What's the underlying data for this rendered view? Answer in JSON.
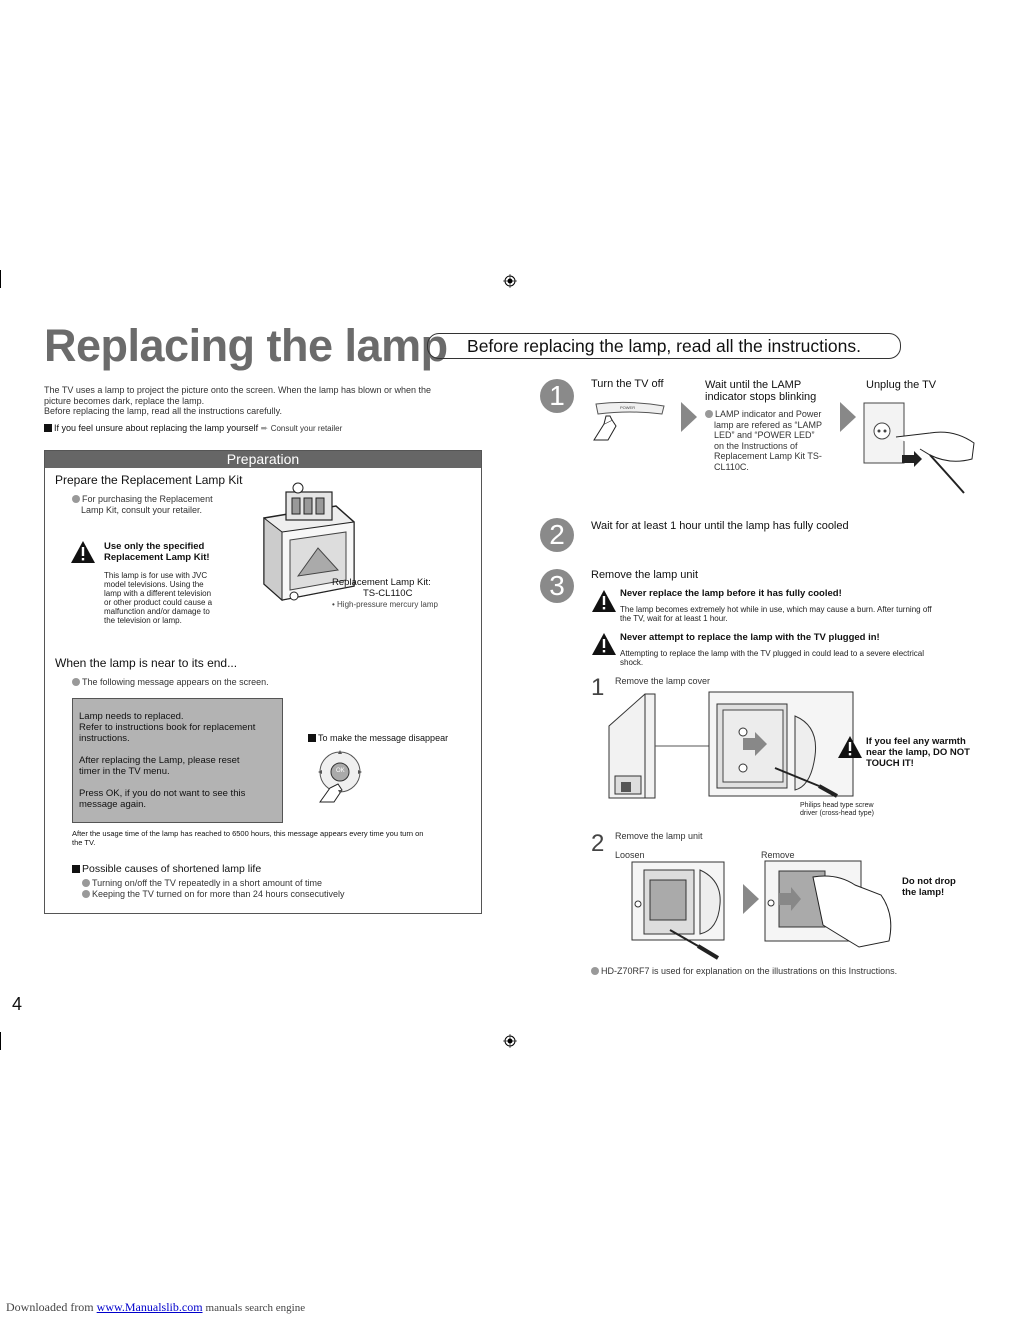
{
  "title": "Replacing the lamp",
  "title_banner": "Before replacing the lamp, read all the instructions.",
  "intro": {
    "line1": "The TV uses a lamp to project the picture onto the screen. When the lamp has blown or when the",
    "line2": "picture becomes dark, replace the lamp.",
    "line3": "Before replacing the lamp, read all the instructions carefully.",
    "unsure": "If you feel unsure about replacing the lamp yourself",
    "unsure_arrow": "➨",
    "consult": "Consult your retailer"
  },
  "preparation": {
    "header": "Preparation",
    "kit_heading": "Prepare the Replacement Lamp Kit",
    "kit_note_1": "For purchasing the Replacement",
    "kit_note_2": "Lamp Kit, consult your retailer.",
    "warn_title_1": "Use only the specified",
    "warn_title_2": "Replacement Lamp Kit!",
    "warn_body": [
      "This lamp is for use with JVC",
      "model televisions. Using the",
      "lamp with a different television",
      "or other product could cause a",
      "malfunction and/or damage to",
      "the television or lamp."
    ],
    "kit_label": "Replacement Lamp Kit:",
    "kit_model": "TS-CL110C",
    "kit_bullet": "• High-pressure mercury lamp",
    "near_end_heading": "When the lamp is near to its end...",
    "near_end_note": "The following message appears on the screen.",
    "message": {
      "l1": "Lamp needs to replaced.",
      "l2": "Refer to instructions book for replacement",
      "l3": "instructions.",
      "l4": "After replacing the Lamp, please reset",
      "l5": "timer in the TV menu.",
      "l6": "Press OK, if you do not want to see this",
      "l7": "message again."
    },
    "disappear": "To make the message disappear",
    "ok_label": "OK",
    "usage_note_1": "After the usage time of the lamp has reached to 6500 hours, this message appears every time you turn on",
    "usage_note_2": "the TV.",
    "causes_heading": "Possible causes of shortened lamp life",
    "causes": [
      "Turning on/off the TV repeatedly in a short amount of time",
      "Keeping the TV turned on for more than 24 hours consecutively"
    ]
  },
  "step1": {
    "number": "1",
    "a": "Turn the TV off",
    "power_label": "POWER",
    "b1": "Wait until the LAMP",
    "b2": "indicator stops blinking",
    "b_note": [
      "LAMP indicator and Power",
      "lamp are refered as “LAMP",
      "LED” and “POWER LED”",
      "on the Instructions of",
      "Replacement Lamp Kit TS-",
      "CL110C."
    ],
    "c": "Unplug the TV"
  },
  "step2": {
    "number": "2",
    "text": "Wait for at least 1 hour until the lamp has fully cooled"
  },
  "step3": {
    "number": "3",
    "text": "Remove the lamp unit",
    "warn1_title": "Never replace the lamp before it has fully cooled!",
    "warn1_body_1": "The lamp becomes extremely hot while in use, which may cause a burn. After turning off",
    "warn1_body_2": "the TV, wait for at least 1 hour.",
    "warn2_title": "Never attempt to replace the lamp with the TV plugged in!",
    "warn2_body_1": "Attempting to replace the lamp with the TV plugged in could lead to a severe electrical",
    "warn2_body_2": "shock.",
    "sub1_num": "1",
    "sub1_text": "Remove the lamp cover",
    "warmth_1": "If you feel any warmth",
    "warmth_2": "near the lamp, DO NOT",
    "warmth_3": "TOUCH IT!",
    "screw_1": "Philips head type screw",
    "screw_2": "driver (cross-head type)",
    "sub2_num": "2",
    "sub2_text": "Remove the lamp unit",
    "loosen": "Loosen",
    "remove": "Remove",
    "drop_1": "Do not drop",
    "drop_2": "the lamp!",
    "footnote": "HD-Z70RF7 is used for explanation on the illustrations on this Instructions."
  },
  "page_number": "4",
  "footer": {
    "downloaded": "Downloaded from",
    "link": "www.Manualslib.com",
    "tail": "manuals search engine"
  }
}
